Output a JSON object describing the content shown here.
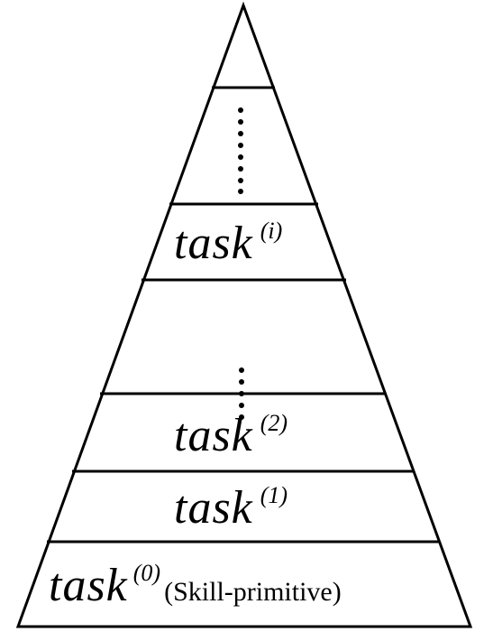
{
  "diagram": {
    "levels": [
      {
        "word": "task",
        "index": "(i)",
        "suffix": ""
      },
      {
        "word": "task",
        "index": "(2)",
        "suffix": ""
      },
      {
        "word": "task",
        "index": "(1)",
        "suffix": ""
      },
      {
        "word": "task",
        "index": "(0)",
        "suffix": "(Skill-primitive)"
      }
    ]
  }
}
